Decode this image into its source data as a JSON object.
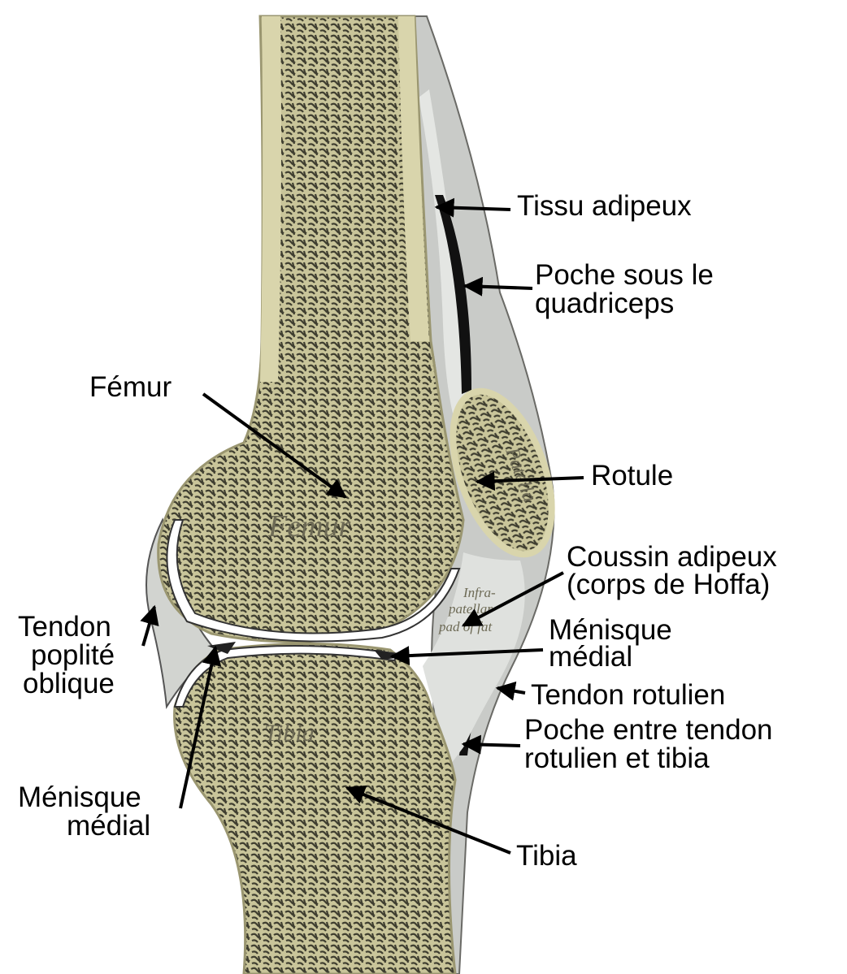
{
  "labels": {
    "tissu_adipeux": "Tissu adipeux",
    "poche_quadriceps_1": "Poche sous le",
    "poche_quadriceps_2": "quadriceps",
    "femur": "Fémur",
    "rotule": "Rotule",
    "coussin_1": "Coussin adipeux",
    "coussin_2": "(corps de Hoffa)",
    "menisque_right_1": "Ménisque",
    "menisque_right_2": "médial",
    "tendon_rotulien": "Tendon rotulien",
    "poche_entre_1": "Poche entre tendon",
    "poche_entre_2": "rotulien et tibia",
    "tendon_poplite_1": "Tendon",
    "tendon_poplite_2": "poplité",
    "tendon_poplite_3": "oblique",
    "menisque_left_1": "Ménisque",
    "menisque_left_2": "médial",
    "tibia": "Tibia"
  },
  "drawing_labels": {
    "femur": "Femur",
    "patella": "Patella",
    "infra_1": "Infra-",
    "infra_2": "patellar",
    "infra_3": "pad of fat",
    "tibia": "Tibia"
  },
  "colors": {
    "bone": "#d6d2a6",
    "bone_texture": "#4a4a3a",
    "soft_tissue": "#c9cbc8",
    "cartilage": "#ffffff"
  }
}
